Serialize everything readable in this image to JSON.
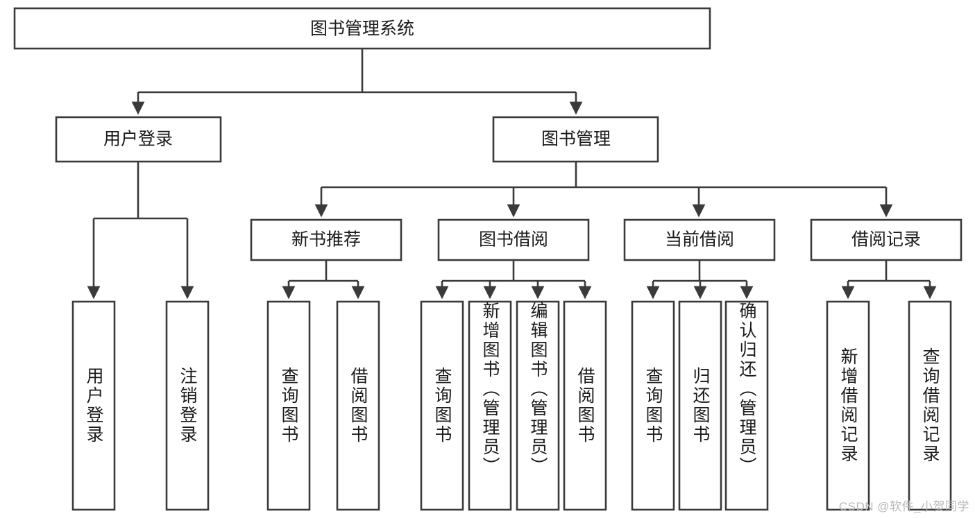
{
  "diagram": {
    "type": "tree-hierarchy",
    "title": "图书管理系统",
    "watermark": "CSDN @软件_小贺同学",
    "colors": {
      "stroke": "#3a3a3a",
      "fill": "#ffffff",
      "text": "#1b1b1b",
      "watermark": "#b9b9b9",
      "background": "#ffffff"
    },
    "levels": {
      "level1": {
        "label": "level-1-root"
      },
      "level2": {
        "label": "level-2-modules"
      },
      "level3": {
        "label": "level-3-submodules"
      },
      "level4": {
        "label": "level-4-functions"
      }
    },
    "root": {
      "label": "图书管理系统",
      "children": [
        {
          "label": "用户登录",
          "children": [
            {
              "label": "用户登录"
            },
            {
              "label": "注销登录"
            }
          ]
        },
        {
          "label": "图书管理",
          "children": [
            {
              "label": "新书推荐",
              "children": [
                {
                  "label": "查询图书"
                },
                {
                  "label": "借阅图书"
                }
              ]
            },
            {
              "label": "图书借阅",
              "children": [
                {
                  "label": "查询图书"
                },
                {
                  "label": "新增图书（管理员）"
                },
                {
                  "label": "编辑图书（管理员）"
                },
                {
                  "label": "借阅图书"
                }
              ]
            },
            {
              "label": "当前借阅",
              "children": [
                {
                  "label": "查询图书"
                },
                {
                  "label": "归还图书"
                },
                {
                  "label": "确认归还（管理员）"
                }
              ]
            },
            {
              "label": "借阅记录",
              "children": [
                {
                  "label": "新增借阅记录"
                },
                {
                  "label": "查询借阅记录"
                }
              ]
            }
          ]
        }
      ]
    },
    "nodes": {
      "root": "图书管理系统",
      "user_login": "用户登录",
      "book_manage": "图书管理",
      "new_book_rec": "新书推荐",
      "book_borrow": "图书借阅",
      "current_borrow": "当前借阅",
      "borrow_record": "借阅记录",
      "leaf_user_login": "用户登录",
      "leaf_logout": "注销登录",
      "leaf_nbr_query": "查询图书",
      "leaf_nbr_borrow": "借阅图书",
      "leaf_bb_query": "查询图书",
      "leaf_bb_add": "新增图书（管理员）",
      "leaf_bb_edit": "编辑图书（管理员）",
      "leaf_bb_borrow": "借阅图书",
      "leaf_cb_query": "查询图书",
      "leaf_cb_return": "归还图书",
      "leaf_cb_confirm": "确认归还（管理员）",
      "leaf_br_add": "新增借阅记录",
      "leaf_br_query": "查询借阅记录"
    }
  }
}
